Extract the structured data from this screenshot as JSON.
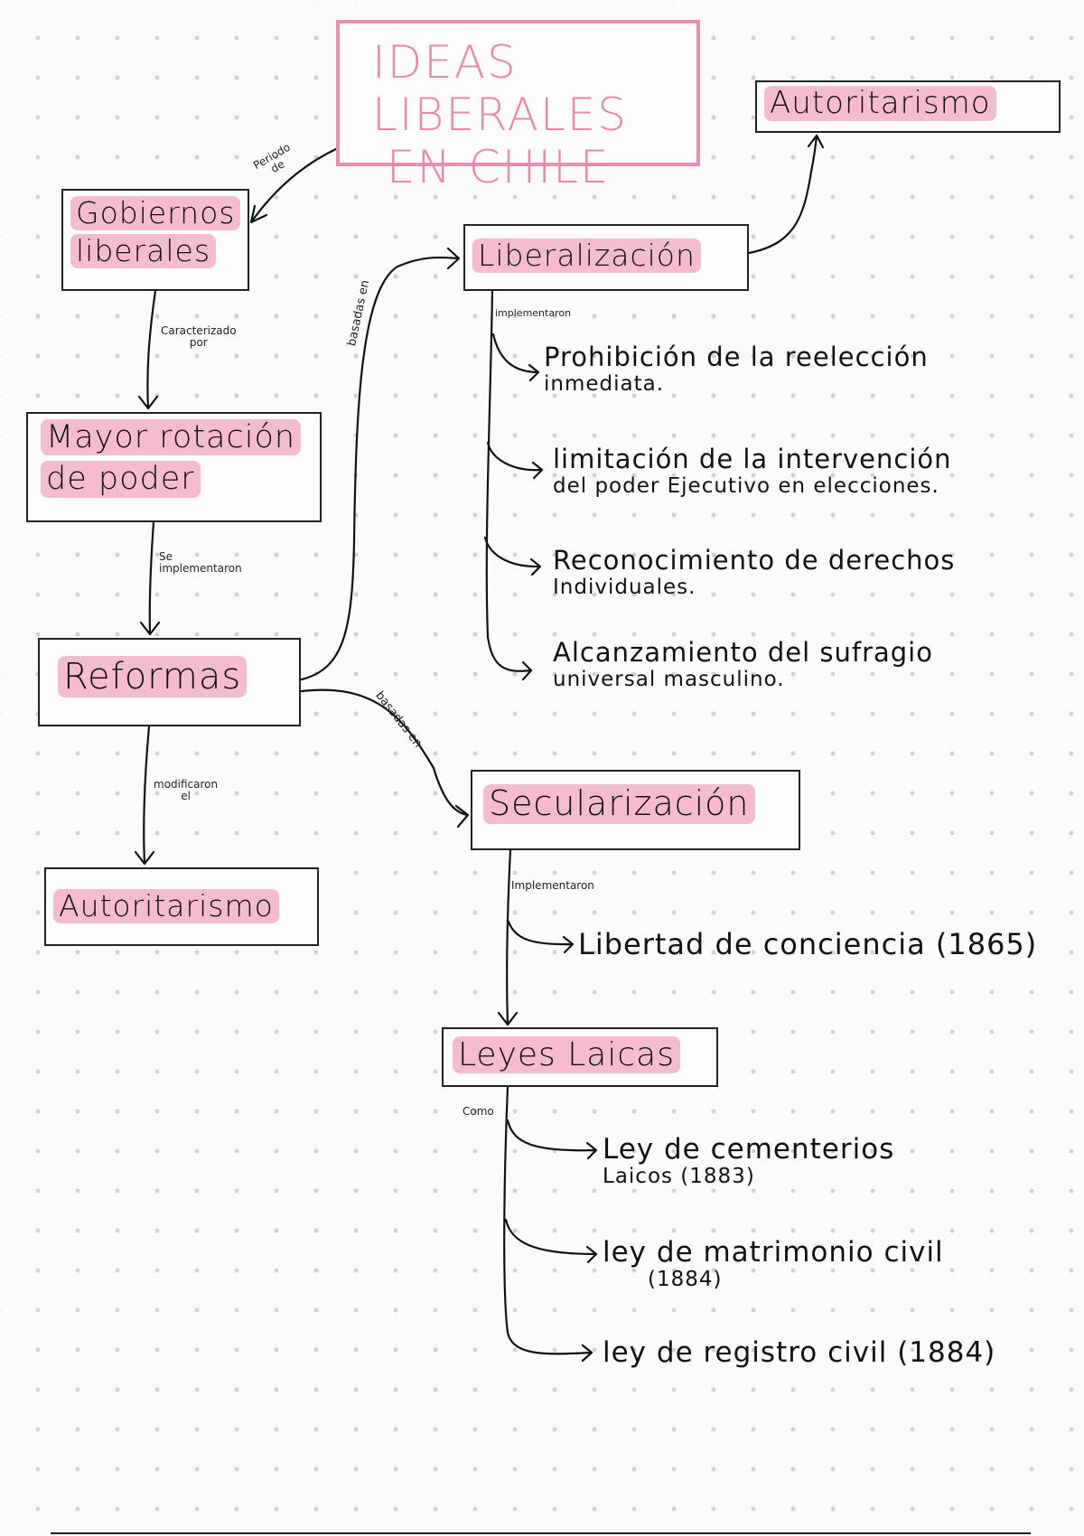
{
  "title": {
    "line1": "IDEAS LIBERALES",
    "line2": "EN CHILE"
  },
  "colors": {
    "highlight": "#f5bcd0",
    "title_pink": "#e889ac",
    "ink": "#111111"
  },
  "nodes": {
    "gobiernos": {
      "line1": "Gobiernos",
      "line2": "liberales"
    },
    "rotacion": {
      "line1": "Mayor rotación",
      "line2": "de poder"
    },
    "reformas": "Reformas",
    "autoritarismo_bottom": "Autoritarismo",
    "liberalizacion": "Liberalización",
    "autoritarismo_top": "Autoritarismo",
    "secularizacion": "Secularización",
    "leyes_laicas": "Leyes Laicas"
  },
  "edge_labels": {
    "periodo": {
      "line1": "Periodo",
      "line2": "de"
    },
    "caracterizado": {
      "line1": "Caracterizado",
      "line2": "por"
    },
    "se_implementaron": {
      "line1": "Se",
      "line2": "implementaron"
    },
    "modificaron": {
      "line1": "modificaron",
      "line2": "el"
    },
    "basadas_en_1": "basadas en",
    "basadas_en_2": "basadas en",
    "implementaron_lib": "implementaron",
    "implementaron_sec": "Implementaron",
    "como": "Como"
  },
  "liberalizacion_items": [
    {
      "line1": "Prohibición de la reelección",
      "line2": "inmediata."
    },
    {
      "line1": "limitación de la intervención",
      "line2": "del poder Ejecutivo en elecciones."
    },
    {
      "line1": "Reconocimiento de derechos",
      "line2": "Individuales."
    },
    {
      "line1": "Alcanzamiento del sufragio",
      "line2": "universal masculino."
    }
  ],
  "secularizacion_items": [
    {
      "line1": "Libertad de conciencia (1865)"
    }
  ],
  "leyes_items": [
    {
      "line1": "Ley de cementerios",
      "line2": "Laicos (1883)"
    },
    {
      "line1": "ley de matrimonio civil",
      "line2": "(1884)"
    },
    {
      "line1": "ley de registro civil (1884)"
    }
  ]
}
